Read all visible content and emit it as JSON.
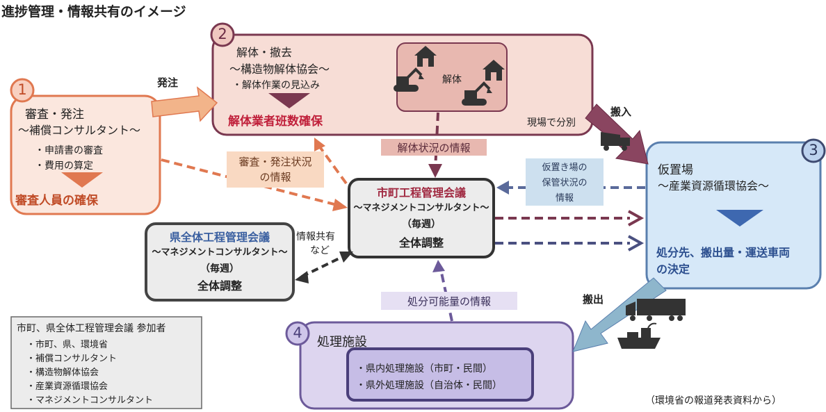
{
  "title": "進捗管理・情報共有のイメージ",
  "colors": {
    "orange": "#e07850",
    "orange_fill": "#fbe7de",
    "orange_arrow": "#f2b48a",
    "maroon": "#7a3850",
    "pink_fill": "#f7ddd6",
    "pink_inner": "#e8b8b0",
    "blue": "#5a7fae",
    "blue_fill": "#d6e8f8",
    "navy_arrow": "#4a5080",
    "purple": "#6c5a9a",
    "purple_fill": "#ddd5ef",
    "purple_inner": "#c6bde6",
    "gray_fill": "#ececec",
    "dark": "#444444",
    "red_text": "#c01f3a"
  },
  "node1": {
    "num": "1",
    "title1": "審査・発注",
    "title2": "～補償コンサルタント～",
    "bullet1": "・申請書の審査",
    "bullet2": "・費用の算定",
    "result": "審査人員の確保"
  },
  "node2": {
    "num": "2",
    "title1": "解体・撤去",
    "title2": "～構造物解体協会～",
    "bullet1": "・解体作業の見込み",
    "result": "解体業者班数確保",
    "inner_label": "解体",
    "sort_label": "現場で分別"
  },
  "node3": {
    "num": "3",
    "title1": "仮置場",
    "title2": "～産業資源循環協会～",
    "result1": "処分先、搬出量・運送車両",
    "result2": "の決定"
  },
  "node4": {
    "num": "4",
    "title": "処理施設",
    "item1": "・県内処理施設（市町・民間）",
    "item2": "・県外処理施設（自治体・民間）"
  },
  "center": {
    "title": "市町工程管理会議",
    "sub": "～マネジメントコンサルタント～",
    "freq": "（毎週）",
    "role": "全体調整"
  },
  "pref": {
    "title": "県全体工程管理会議",
    "sub": "～マネジメントコンサルタント～",
    "freq": "（毎週）",
    "role": "全体調整"
  },
  "labels": {
    "order": "発注",
    "carry_in": "搬入",
    "carry_out": "搬出",
    "review_info1": "審査・発注状況",
    "review_info2": "の情報",
    "demolition_info": "解体状況の情報",
    "storage_info1": "仮置き場の",
    "storage_info2": "保管状況の",
    "storage_info3": "情報",
    "share1": "情報共有",
    "share2": "など",
    "capacity_info": "処分可能量の情報"
  },
  "participants": {
    "heading": "市町、県全体工程管理会議 参加者",
    "items": [
      "・市町、県、環境省",
      "・補償コンサルタント",
      "・構造物解体協会",
      "・産業資源循環協会",
      "・マネジメントコンサルタント"
    ]
  },
  "source": "（環境省の報道発表資料から）",
  "icons": [
    "house-icon",
    "excavator-icon",
    "dump-truck-icon",
    "freight-truck-icon",
    "cargo-ship-icon"
  ]
}
